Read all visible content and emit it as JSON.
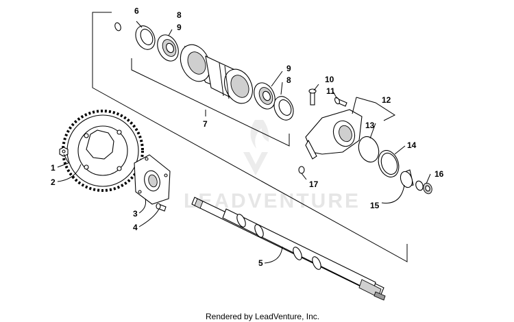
{
  "diagram": {
    "callouts": [
      {
        "id": "c6",
        "label": "6"
      },
      {
        "id": "c8a",
        "label": "8"
      },
      {
        "id": "c9a",
        "label": "9"
      },
      {
        "id": "c9b",
        "label": "9"
      },
      {
        "id": "c8b",
        "label": "8"
      },
      {
        "id": "c7",
        "label": "7"
      },
      {
        "id": "c10",
        "label": "10"
      },
      {
        "id": "c11",
        "label": "11"
      },
      {
        "id": "c12",
        "label": "12"
      },
      {
        "id": "c13",
        "label": "13"
      },
      {
        "id": "c14",
        "label": "14"
      },
      {
        "id": "c16",
        "label": "16"
      },
      {
        "id": "c17",
        "label": "17"
      },
      {
        "id": "c15",
        "label": "15"
      },
      {
        "id": "c1",
        "label": "1"
      },
      {
        "id": "c2",
        "label": "2"
      },
      {
        "id": "c3",
        "label": "3"
      },
      {
        "id": "c4",
        "label": "4"
      },
      {
        "id": "c5",
        "label": "5"
      }
    ],
    "watermark": "LEADVENTURE",
    "footer": "Rendered by LeadVenture, Inc.",
    "colors": {
      "line": "#000000",
      "background": "#ffffff",
      "watermark": "#e6e6e6"
    }
  }
}
